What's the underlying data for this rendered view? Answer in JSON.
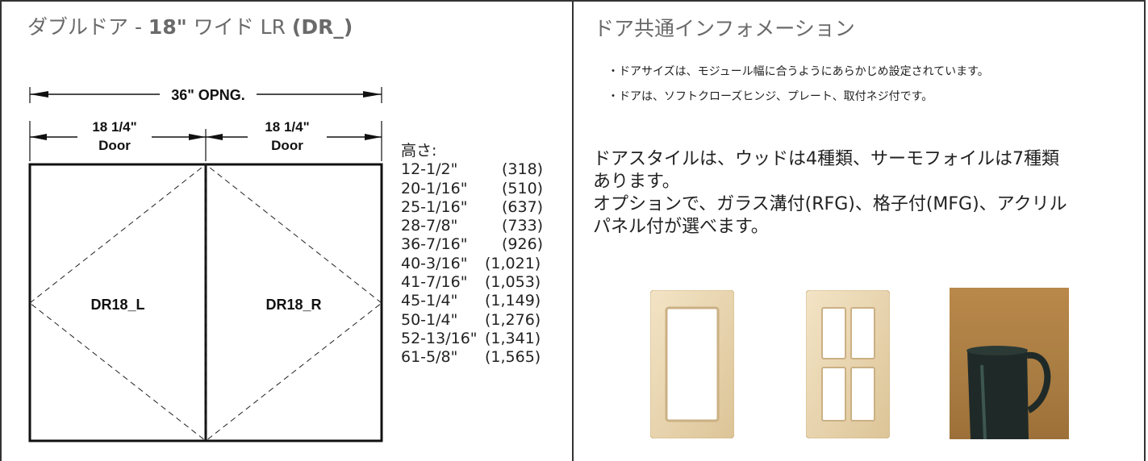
{
  "left": {
    "title_prefix": "ダブルドア - ",
    "title_size": "18\"",
    "title_mid": " ワイド LR ",
    "title_code": "(DR_)",
    "opening_label": "36\" OPNG.",
    "door_left_width": "18 1/4\"",
    "door_right_width": "18 1/4\"",
    "door_label": "Door",
    "door_left_code": "DR18_L",
    "door_right_code": "DR18_R",
    "heights_label": "高さ:",
    "heights": [
      {
        "inch": "12-1/2\"",
        "mm": "(318)"
      },
      {
        "inch": "20-1/16\"",
        "mm": "(510)"
      },
      {
        "inch": "25-1/16\"",
        "mm": "(637)"
      },
      {
        "inch": "28-7/8\"",
        "mm": "(733)"
      },
      {
        "inch": "36-7/16\"",
        "mm": "(926)"
      },
      {
        "inch": "40-3/16\"",
        "mm": "(1,021)"
      },
      {
        "inch": "41-7/16\"",
        "mm": "(1,053)"
      },
      {
        "inch": "45-1/4\"",
        "mm": "(1,149)"
      },
      {
        "inch": "50-1/4\"",
        "mm": "(1,276)"
      },
      {
        "inch": "52-13/16\"",
        "mm": "(1,341)"
      },
      {
        "inch": "61-5/8\"",
        "mm": "(1,565)"
      }
    ]
  },
  "right": {
    "title": "ドア共通インフォメーション",
    "bullets": [
      "・ドアサイズは、モジュール幅に合うようにあらかじめ設定されています。",
      "・ドアは、ソフトクローズヒンジ、プレート、取付ネジ付です。"
    ],
    "description": [
      "ドアスタイルは、ウッドは4種類、サーモフォイルは7種類",
      "あります。",
      "オプションで、ガラス溝付(RFG)、格子付(MFG)、アクリル",
      "パネル付が選べます。"
    ]
  },
  "colors": {
    "frame_wood": "#ecd9b4",
    "frame_wood_dark": "#d8bf91",
    "photo_bg": "#b88a4a",
    "mug": "#1f2a28"
  }
}
